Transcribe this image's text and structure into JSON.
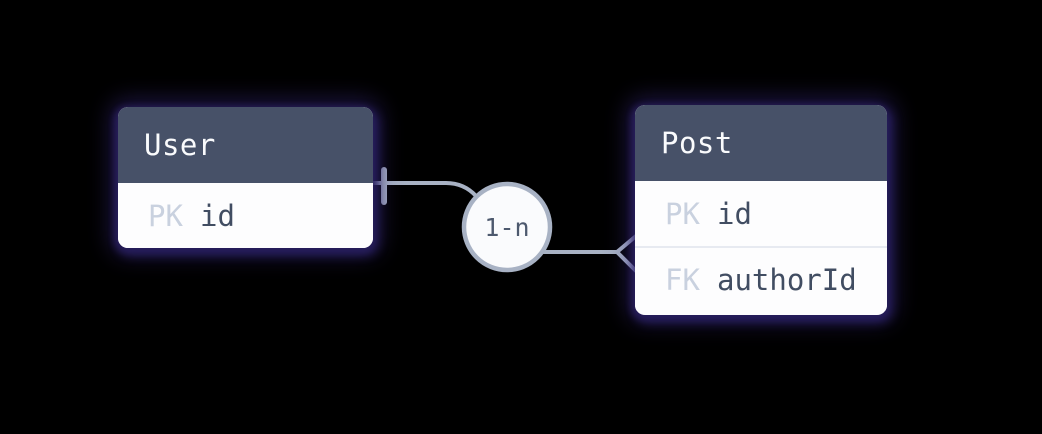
{
  "diagram": {
    "entities": [
      {
        "name": "User",
        "fields": [
          {
            "key": "PK",
            "name": "id"
          }
        ]
      },
      {
        "name": "Post",
        "fields": [
          {
            "key": "PK",
            "name": "id"
          },
          {
            "key": "FK",
            "name": "authorId"
          }
        ]
      }
    ],
    "relationship": {
      "label": "1-n",
      "from_entity": "User",
      "to_entity": "Post",
      "from_cardinality": "one",
      "to_cardinality": "many"
    }
  },
  "colors": {
    "background": "#000000",
    "header_bg": "#475168",
    "header_text": "#fafbfd",
    "key_text": "#c9d1df",
    "field_text": "#414d62",
    "body_bg": "#fdfdfe",
    "divider": "#e7eaf1",
    "connector": "#a8b2c4",
    "circle_fill": "#fafbfd",
    "label_text": "#4d596e"
  }
}
